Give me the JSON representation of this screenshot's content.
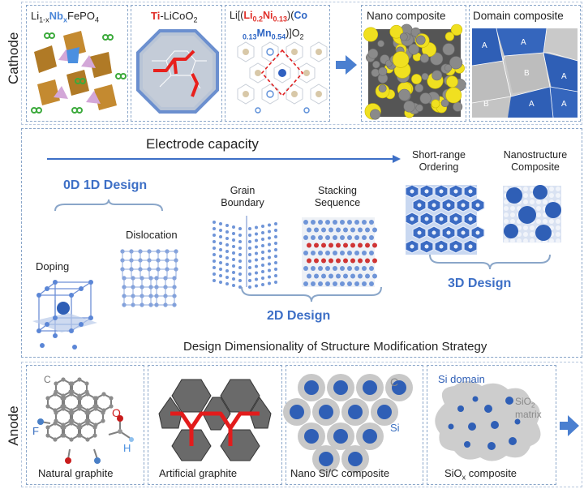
{
  "rows": {
    "cathode": "Cathode",
    "anode": "Anode"
  },
  "cathode": {
    "f1": {
      "a": "Li",
      "b": "1-x",
      "c": "Nb",
      "d": "x",
      "e": "FePO",
      "f": "4"
    },
    "f2": {
      "a": "Ti",
      "b": "-LiCoO",
      "c": "2"
    },
    "f3": {
      "a": "Li[(",
      "b": "Li",
      "c": "0.2",
      "d": "Ni",
      "e": "0.13",
      "f": ")(",
      "g": "Co",
      "h": "0.13",
      "i": "Mn",
      "j": "0.54",
      "k": ")]O",
      "l": "2"
    },
    "nano": "Nano composite",
    "domain": "Domain composite",
    "domain_labels": [
      "A",
      "A",
      "B",
      "A",
      "B",
      "A",
      "A"
    ]
  },
  "middle": {
    "capacity": "Electrode capacity",
    "d01": "0D 1D Design",
    "doping": "Doping",
    "dislocation": "Dislocation",
    "grain": "Grain Boundary",
    "stacking": "Stacking Sequence",
    "d2": "2D Design",
    "short": "Short-range Ordering",
    "nanostructure": "Nanostructure Composite",
    "d3": "3D Design",
    "footer": "Design Dimensionality of Structure Modification Strategy"
  },
  "anode": {
    "c": "C",
    "o": "O",
    "f": "F",
    "h": "H",
    "natural": "Natural graphite",
    "artificial": "Artificial graphite",
    "nc_c": "C",
    "nc_si": "Si",
    "nanosic": "Nano Si/C composite",
    "sidomain": "Si domain",
    "sio2a": "SiO",
    "sio2b": "2",
    "matrix": "matrix",
    "siox_a": "SiO",
    "siox_b": "x",
    "siox_c": " composite"
  },
  "colors": {
    "accent_blue": "#3d6fc6",
    "formula_red": "#e0302a",
    "panel_border": "#8aa6c9"
  }
}
